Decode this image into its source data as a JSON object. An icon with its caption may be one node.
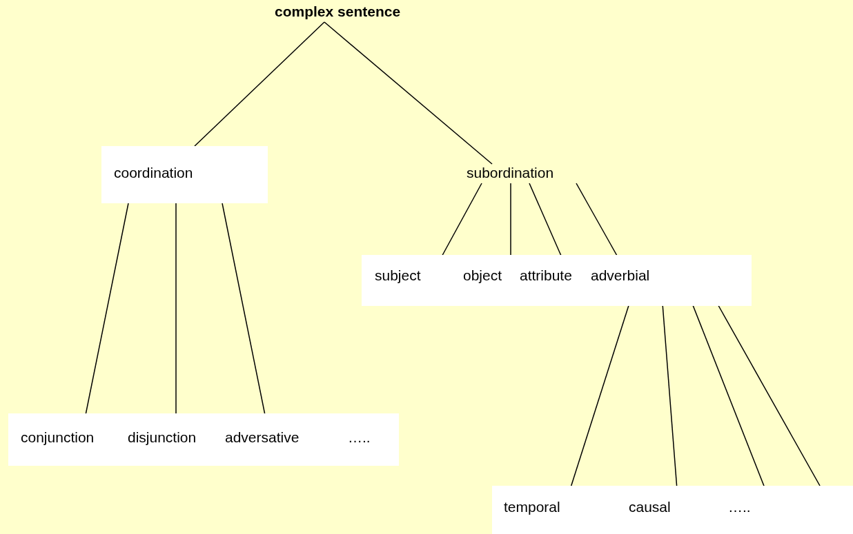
{
  "diagram": {
    "nodes": [
      {
        "text": [
          "complex sentence"
        ]
      },
      {
        "text": [
          "coordination"
        ]
      },
      {
        "text": [
          "subordination"
        ]
      },
      {
        "text": [],
        "shape": "box"
      },
      {
        "text": [
          "subject"
        ],
        "in": 3
      },
      {
        "text": [
          "object"
        ],
        "in": 3
      },
      {
        "text": [
          "attribute"
        ],
        "in": 3
      },
      {
        "text": [
          "adverbial"
        ],
        "in": 3
      },
      {
        "text": [],
        "shape": "box"
      },
      {
        "text": [
          "conjunction"
        ],
        "in": 8
      },
      {
        "text": [
          "disjunction"
        ],
        "in": 8
      },
      {
        "text": [
          "adversative"
        ],
        "in": 8
      },
      {
        "text": [
          "….."
        ],
        "in": 8
      },
      {
        "text": [],
        "shape": "box"
      },
      {
        "text": [
          "temporal"
        ],
        "in": 13
      },
      {
        "text": [
          "causal"
        ],
        "in": 13
      },
      {
        "text": [
          "….."
        ],
        "in": 13
      }
    ],
    "edges": [
      {
        "from": 0,
        "to": 1,
        "arrow": "none"
      },
      {
        "from": 0,
        "to": 2,
        "arrow": "none"
      },
      {
        "from": 1,
        "to": 9,
        "arrow": "none"
      },
      {
        "from": 1,
        "to": 10,
        "arrow": "none"
      },
      {
        "from": 1,
        "to": 11,
        "arrow": "none"
      },
      {
        "from": 2,
        "to": 4,
        "arrow": "none"
      },
      {
        "from": 2,
        "to": 5,
        "arrow": "none"
      },
      {
        "from": 2,
        "to": 6,
        "arrow": "none"
      },
      {
        "from": 2,
        "to": 7,
        "arrow": "none"
      },
      {
        "from": 7,
        "to": 14,
        "arrow": "none"
      },
      {
        "from": 7,
        "to": 15,
        "arrow": "none"
      },
      {
        "from": 7,
        "to": 16,
        "arrow": "none"
      },
      {
        "from": 7,
        "to": 13,
        "arrow": "none"
      }
    ]
  }
}
